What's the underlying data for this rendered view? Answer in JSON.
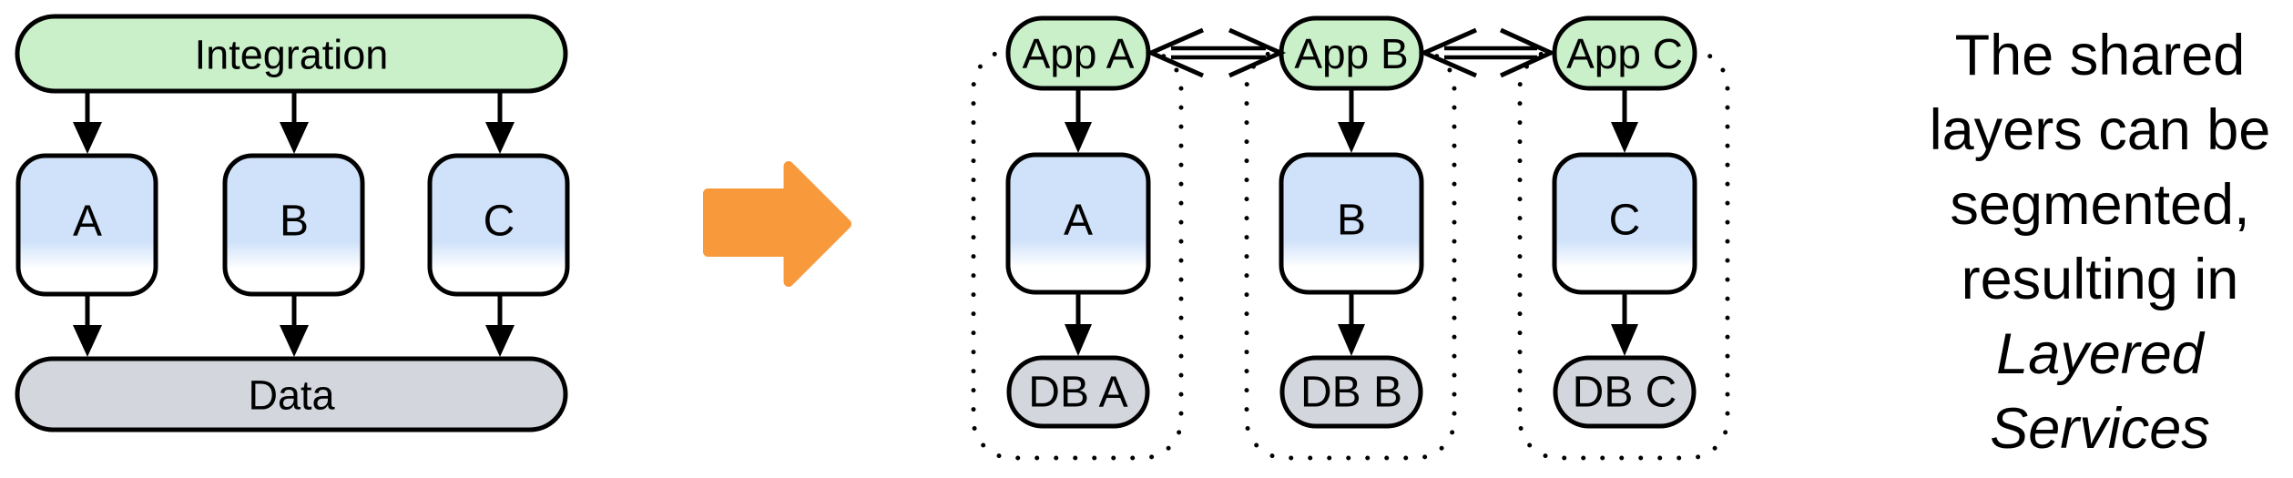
{
  "left_diagram": {
    "top_label": "Integration",
    "service_labels": [
      "A",
      "B",
      "C"
    ],
    "bottom_label": "Data"
  },
  "right_diagram": {
    "columns": [
      {
        "app_label": "App A",
        "service_label": "A",
        "db_label": "DB A"
      },
      {
        "app_label": "App B",
        "service_label": "B",
        "db_label": "DB B"
      },
      {
        "app_label": "App C",
        "service_label": "C",
        "db_label": "DB C"
      }
    ]
  },
  "caption": {
    "lines": [
      {
        "text": "The shared",
        "italic": false
      },
      {
        "text": "layers can be",
        "italic": false
      },
      {
        "text": "segmented,",
        "italic": false
      },
      {
        "text": "resulting in",
        "italic": false
      },
      {
        "text": "Layered",
        "italic": true
      },
      {
        "text": "Services",
        "italic": true
      }
    ]
  },
  "colors": {
    "layer_green": "#c9f0c8",
    "service_blue": "#cfe2fa",
    "data_gray": "#d3d7dd",
    "transform_orange": "#f8993b",
    "line_black": "#000000"
  }
}
